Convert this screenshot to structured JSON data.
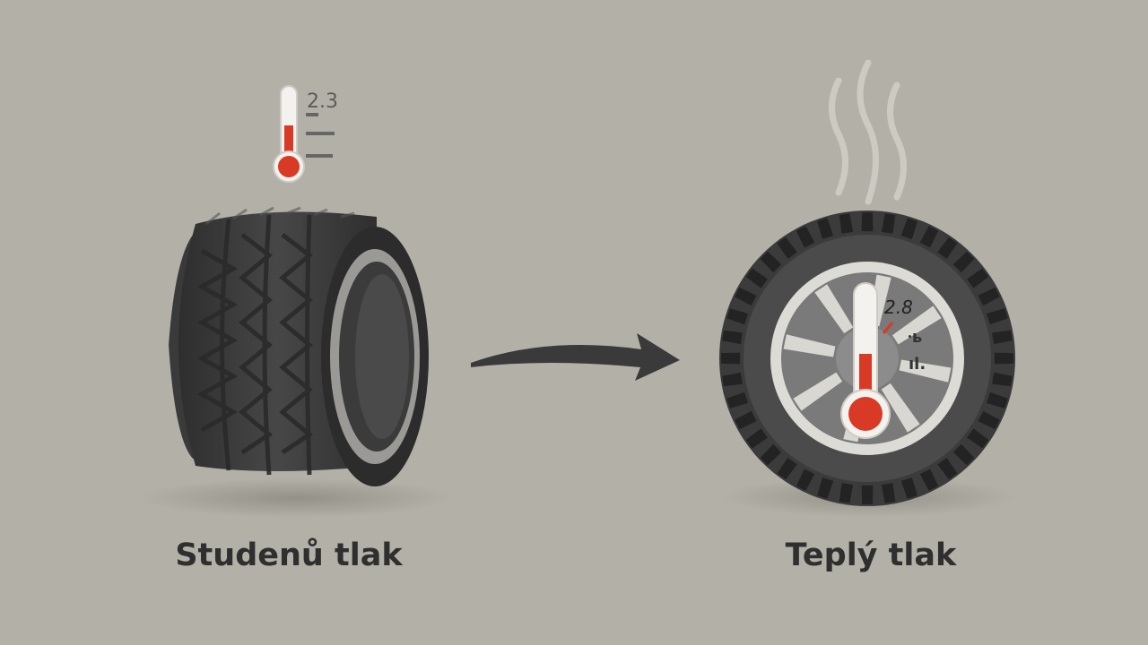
{
  "cold": {
    "label": "Studenů tlak",
    "pressure_reading": "2.3"
  },
  "warm": {
    "label": "Teplý tlak",
    "pressure_reading": "2.8"
  },
  "colors": {
    "background": "#b3b1a7",
    "tire": "#3d3d3d",
    "mercury": "#d93a25",
    "arrow": "#3a3a3a",
    "steam": "#cfcdc7"
  }
}
